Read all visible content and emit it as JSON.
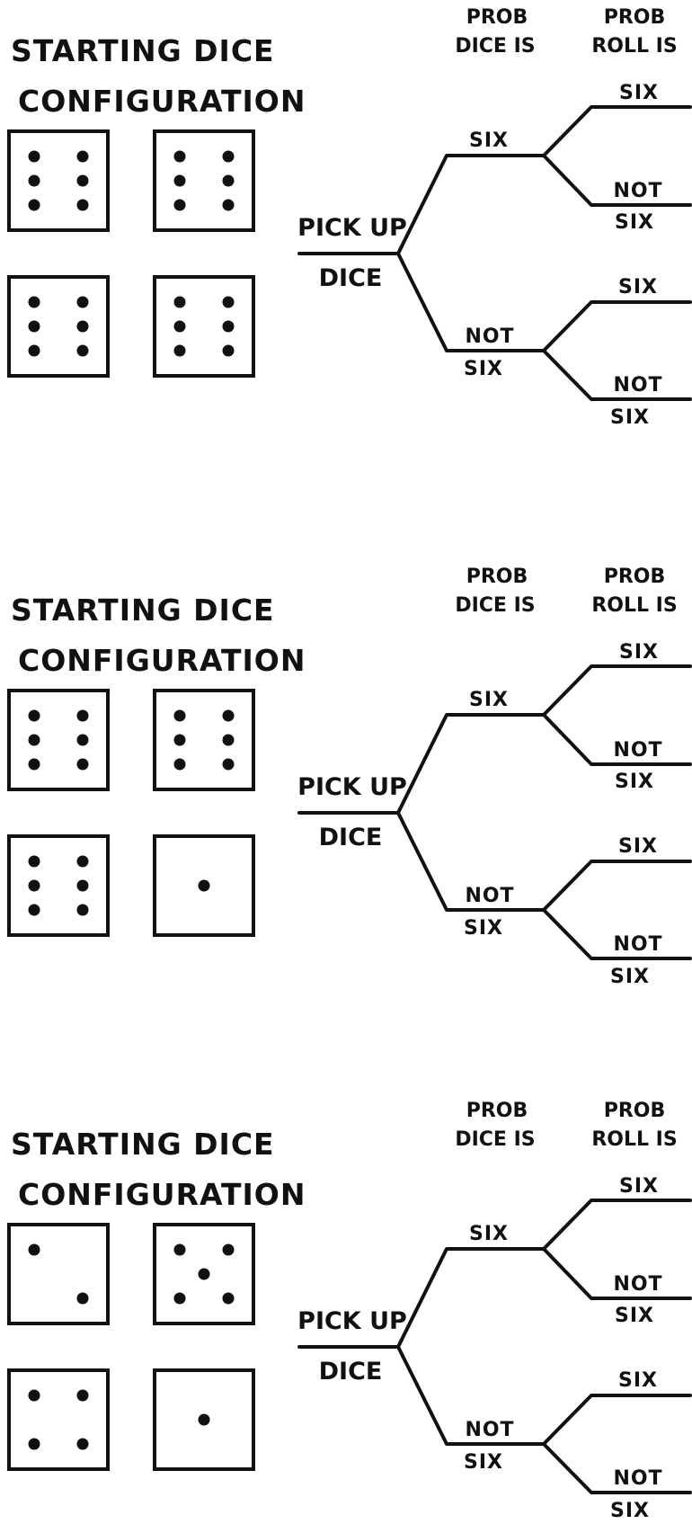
{
  "colors": {
    "ink": "#111111",
    "background": "#ffffff"
  },
  "panels": [
    {
      "title_line1": "STARTING DICE",
      "title_line2": "CONFIGURATION",
      "dice": [
        6,
        6,
        6,
        6
      ],
      "header_dice_line1": "PROB",
      "header_dice_line2": "DICE IS",
      "header_roll_line1": "PROB",
      "header_roll_line2": "ROLL IS",
      "root_top": "PICK UP",
      "root_bottom": "DICE",
      "branch_six": "SIX",
      "branch_not": "NOT",
      "branch_not_six": "SIX",
      "leaf_six_1": "SIX",
      "leaf_not_1": "NOT",
      "leaf_not_six_1": "SIX",
      "leaf_six_2": "SIX",
      "leaf_not_2": "NOT",
      "leaf_not_six_2": "SIX"
    },
    {
      "title_line1": "STARTING DICE",
      "title_line2": "CONFIGURATION",
      "dice": [
        6,
        6,
        6,
        1
      ],
      "header_dice_line1": "PROB",
      "header_dice_line2": "DICE IS",
      "header_roll_line1": "PROB",
      "header_roll_line2": "ROLL IS",
      "root_top": "PICK UP",
      "root_bottom": "DICE",
      "branch_six": "SIX",
      "branch_not": "NOT",
      "branch_not_six": "SIX",
      "leaf_six_1": "SIX",
      "leaf_not_1": "NOT",
      "leaf_not_six_1": "SIX",
      "leaf_six_2": "SIX",
      "leaf_not_2": "NOT",
      "leaf_not_six_2": "SIX"
    },
    {
      "title_line1": "STARTING DICE",
      "title_line2": "CONFIGURATION",
      "dice": [
        2,
        5,
        4,
        1
      ],
      "header_dice_line1": "PROB",
      "header_dice_line2": "DICE IS",
      "header_roll_line1": "PROB",
      "header_roll_line2": "ROLL IS",
      "root_top": "PICK UP",
      "root_bottom": "DICE",
      "branch_six": "SIX",
      "branch_not": "NOT",
      "branch_not_six": "SIX",
      "leaf_six_1": "SIX",
      "leaf_not_1": "NOT",
      "leaf_not_six_1": "SIX",
      "leaf_six_2": "SIX",
      "leaf_not_2": "NOT",
      "leaf_not_six_2": "SIX"
    }
  ]
}
